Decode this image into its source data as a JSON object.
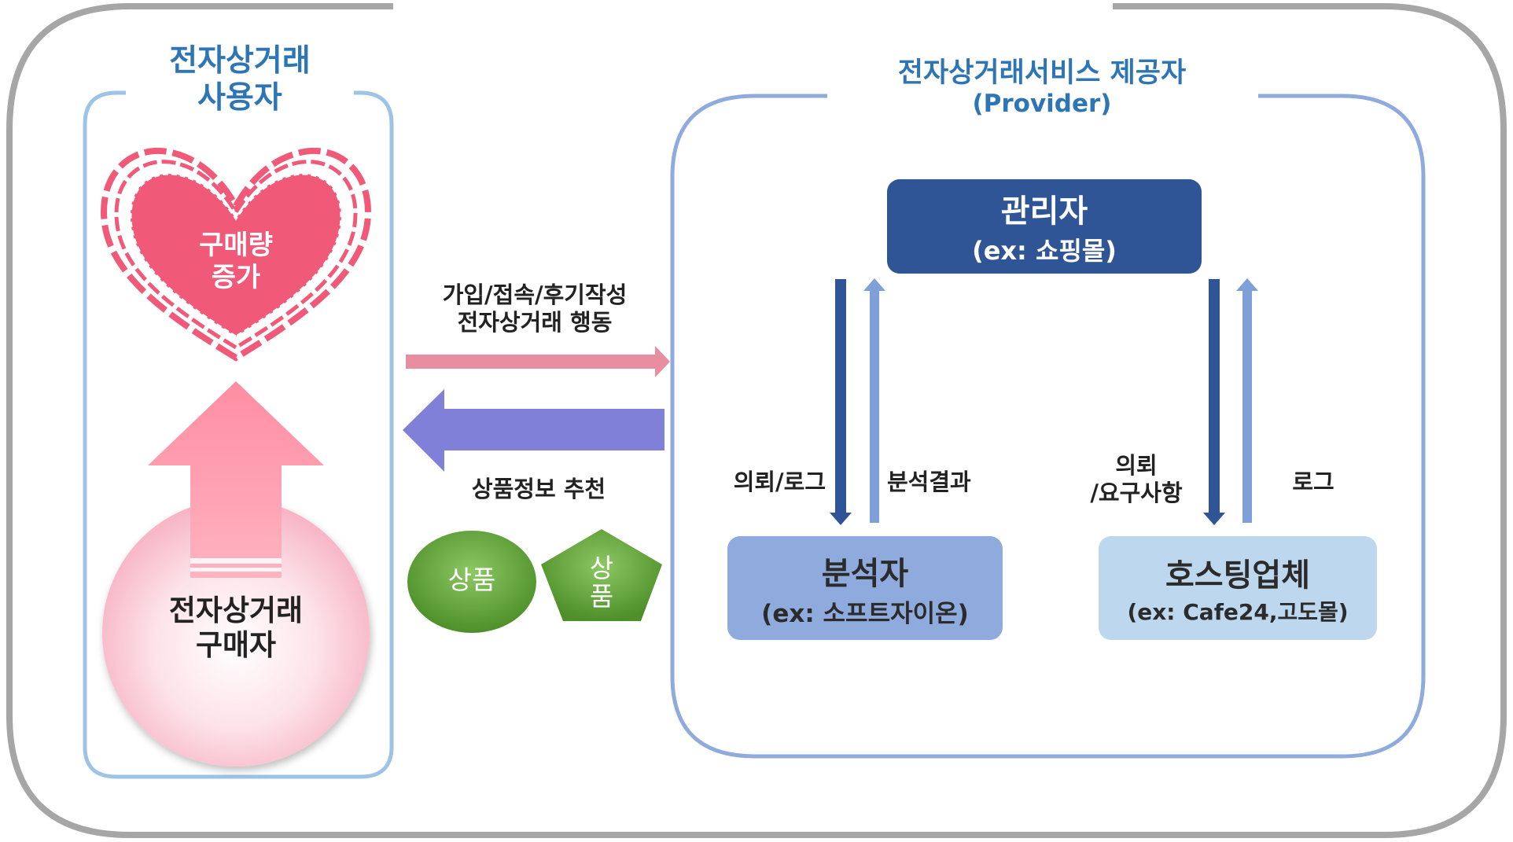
{
  "title": "",
  "user_group": {
    "title_line1": "전자상거래",
    "title_line2": "사용자"
  },
  "heart": {
    "line1": "구매량",
    "line2": "증가"
  },
  "buyer": {
    "line1": "전자상거래",
    "line2": "구매자"
  },
  "flow_to_provider": {
    "line1": "가입/접속/후기작성",
    "line2": "전자상거래 행동"
  },
  "flow_to_user": {
    "label": "상품정보 추천"
  },
  "product_circle": {
    "label": "상품"
  },
  "product_pentagon": {
    "line1": "상",
    "line2": "품"
  },
  "provider_group": {
    "title": "전자상거래서비스 제공자",
    "subtitle": "(Provider)"
  },
  "manager": {
    "title": "관리자",
    "example": "(ex: 쇼핑몰)"
  },
  "analyst": {
    "title": "분석자",
    "example": "(ex: 소프트자이온)"
  },
  "hosting": {
    "title": "호스팅업체",
    "example": "(ex: Cafe24,고도몰)"
  },
  "edge_labels": {
    "manager_to_analyst": "의뢰/로그",
    "analyst_to_manager": "분석결과",
    "manager_to_hosting_line1": "의뢰",
    "manager_to_hosting_line2": "/요구사항",
    "hosting_to_manager": "로그"
  },
  "colors": {
    "outer_frame": "#a6a6a6",
    "user_frame": "#9dc3e6",
    "provider_frame": "#8faadc",
    "title_blue": "#2e75b6",
    "heart": "#f05a78",
    "up_arrow": "#ff8fa3",
    "pink_arrow": "#e98da0",
    "purple_arrow": "#8080d8",
    "green": "#6aaa3c",
    "manager_box": "#2f5597",
    "analyst_box": "#8faadc",
    "hosting_box": "#bdd7ee",
    "dark_arrow": "#2f5597",
    "light_arrow": "#7f9fd8"
  }
}
